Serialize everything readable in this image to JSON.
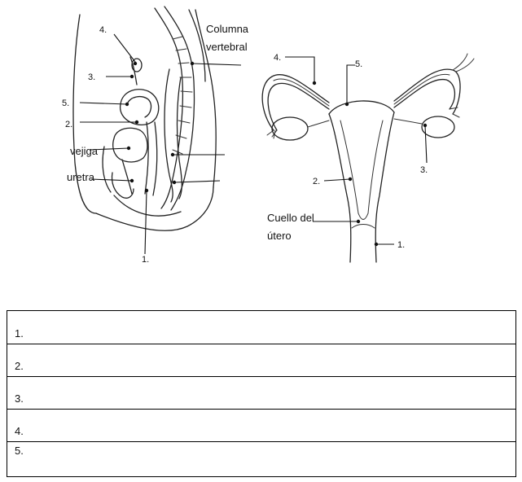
{
  "sagittal": {
    "label_4": "4.",
    "label_3": "3.",
    "label_5": "5.",
    "label_2": "2.",
    "label_1": "1.",
    "spine_line1": "Columna",
    "spine_line2": "vertebral",
    "bladder": "vejiga",
    "urethra": "uretra"
  },
  "frontal": {
    "label_4": "4.",
    "label_5": "5.",
    "label_3": "3.",
    "label_2": "2.",
    "label_1": "1.",
    "cervix_line1": "Cuello del",
    "cervix_line2": "útero"
  },
  "answers": [
    {
      "number": "1.",
      "value": ""
    },
    {
      "number": "2.",
      "value": ""
    },
    {
      "number": "3.",
      "value": ""
    },
    {
      "number": "4.",
      "value": ""
    },
    {
      "number": "5.",
      "value": ""
    }
  ]
}
